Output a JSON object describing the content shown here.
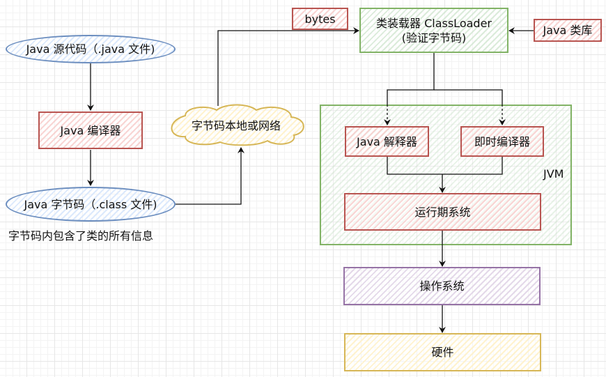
{
  "diagram": {
    "nodes": {
      "java_source": "Java 源代码（.java 文件)",
      "java_compiler": "Java 编译器",
      "java_bytecode": "Java 字节码（.class 文件)",
      "bytecode_note": "字节码内包含了类的所有信息",
      "local_or_network": "字节码本地或网络",
      "bytes_label": "bytes",
      "classloader_line1": "类装载器 ClassLoader",
      "classloader_line2": "(验证字节码)",
      "java_library": "Java 类库",
      "jvm_label": "JVM",
      "interpreter": "Java 解释器",
      "jit_compiler": "即时编译器",
      "runtime_system": "运行期系统",
      "operating_system": "操作系统",
      "hardware": "硬件"
    },
    "edges": [
      {
        "from": "java_source",
        "to": "java_compiler",
        "style": "solid"
      },
      {
        "from": "java_compiler",
        "to": "java_bytecode",
        "style": "solid"
      },
      {
        "from": "java_bytecode",
        "to": "local_or_network",
        "style": "solid"
      },
      {
        "from": "local_or_network",
        "to": "classloader",
        "style": "solid",
        "label": "bytes"
      },
      {
        "from": "java_library",
        "to": "classloader",
        "style": "solid"
      },
      {
        "from": "classloader",
        "to": "interpreter",
        "style": "dashed"
      },
      {
        "from": "classloader",
        "to": "jit_compiler",
        "style": "dashed"
      },
      {
        "from": "interpreter",
        "to": "runtime_system",
        "style": "solid"
      },
      {
        "from": "jit_compiler",
        "to": "runtime_system",
        "style": "solid"
      },
      {
        "from": "runtime_system",
        "to": "operating_system",
        "style": "solid"
      },
      {
        "from": "operating_system",
        "to": "hardware",
        "style": "solid"
      }
    ],
    "colors": {
      "red_stroke": "#b85450",
      "green_stroke": "#82b366",
      "blue_stroke": "#6c8ebf",
      "yellow_stroke": "#d6b656",
      "purple_stroke": "#9673a6",
      "edge": "#111111"
    }
  }
}
